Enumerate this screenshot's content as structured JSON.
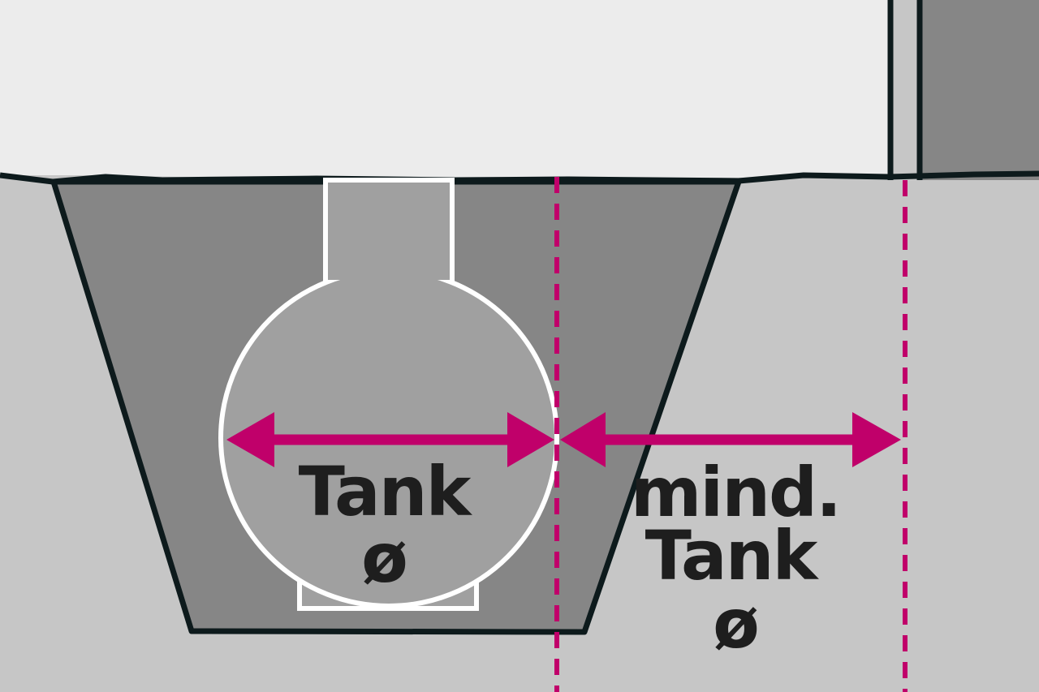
{
  "labels": {
    "tank_line1": "Tank",
    "tank_line2": "ø",
    "gap_line1": "mind.",
    "gap_line2": "Tank",
    "gap_line3": "ø"
  },
  "colors": {
    "sky": "#ececec",
    "ground": "#c6c6c6",
    "pit_fill": "#868686",
    "tank_fill": "#a0a0a0",
    "outline": "#0d1a1c",
    "tank_outline": "#ffffff",
    "dimension": "#c0006a",
    "wall_light": "#c6c6c6",
    "wall_dark": "#868686",
    "text": "#1e1e1e"
  }
}
